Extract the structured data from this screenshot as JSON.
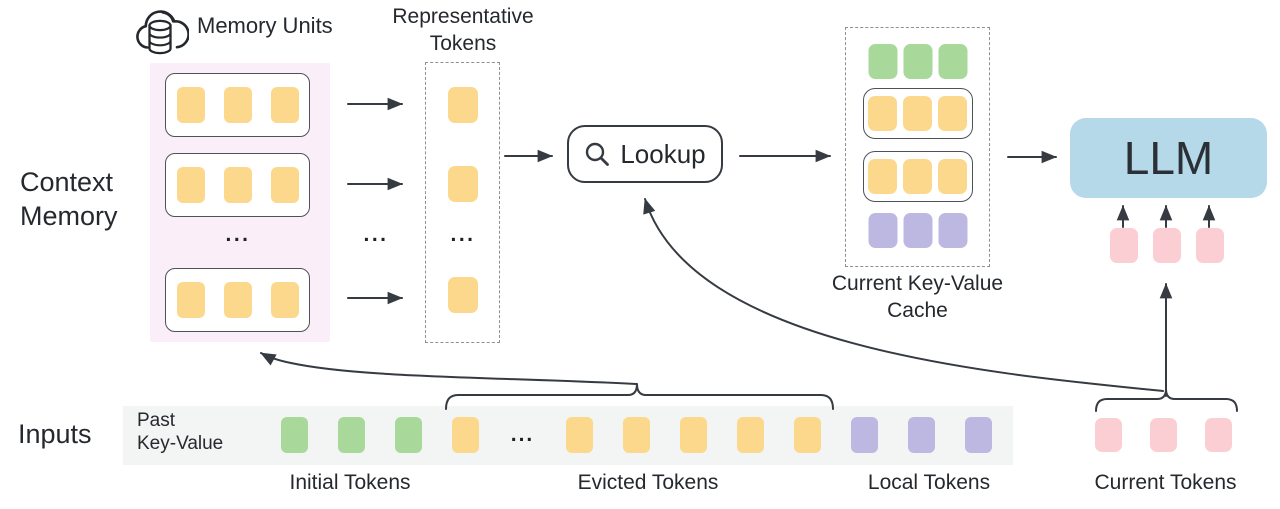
{
  "colors": {
    "yellow": "#fbd88c",
    "green": "#a9d89b",
    "purple": "#bdb8e1",
    "pink": "#fbced3",
    "llm_blue": "#b6d9ea",
    "memory_panel_bg": "#faeff8",
    "inputs_strip_bg": "#f3f5f4",
    "line": "#363b42"
  },
  "labels": {
    "memory_units": "Memory Units",
    "representative_line1": "Representative",
    "representative_line2": "Tokens",
    "context_memory_line1": "Context",
    "context_memory_line2": "Memory",
    "lookup": "Lookup",
    "llm": "LLM",
    "cache_line1": "Current Key-Value",
    "cache_line2": "Cache",
    "inputs": "Inputs",
    "past_kv_line1": "Past",
    "past_kv_line2": "Key-Value",
    "initial_tokens": "Initial Tokens",
    "evicted_tokens": "Evicted Tokens",
    "local_tokens": "Local Tokens",
    "current_tokens": "Current Tokens",
    "ellipsis": "..."
  },
  "context_memory": {
    "units": [
      {
        "count": 3,
        "color": "yellow"
      },
      {
        "count": 3,
        "color": "yellow"
      },
      {
        "count": 3,
        "color": "yellow"
      }
    ]
  },
  "representative": {
    "tokens": [
      {
        "count": 1,
        "color": "yellow"
      },
      {
        "count": 1,
        "color": "yellow"
      },
      {
        "count": 1,
        "color": "yellow"
      }
    ]
  },
  "cache": {
    "rows": [
      {
        "count": 3,
        "color": "green",
        "boxed": false
      },
      {
        "count": 3,
        "color": "yellow",
        "boxed": true
      },
      {
        "count": 3,
        "color": "yellow",
        "boxed": true
      },
      {
        "count": 3,
        "color": "purple",
        "boxed": false
      }
    ]
  },
  "llm_inputs": {
    "count": 3,
    "color": "pink"
  },
  "current_tokens_group": {
    "count": 3,
    "color": "pink"
  },
  "inputs_strip": {
    "segments": [
      {
        "type": "tokens",
        "count": 3,
        "color": "green"
      },
      {
        "type": "tokens",
        "count": 1,
        "color": "yellow"
      },
      {
        "type": "ellipsis"
      },
      {
        "type": "tokens",
        "count": 5,
        "color": "yellow"
      },
      {
        "type": "tokens",
        "count": 3,
        "color": "purple"
      }
    ]
  }
}
